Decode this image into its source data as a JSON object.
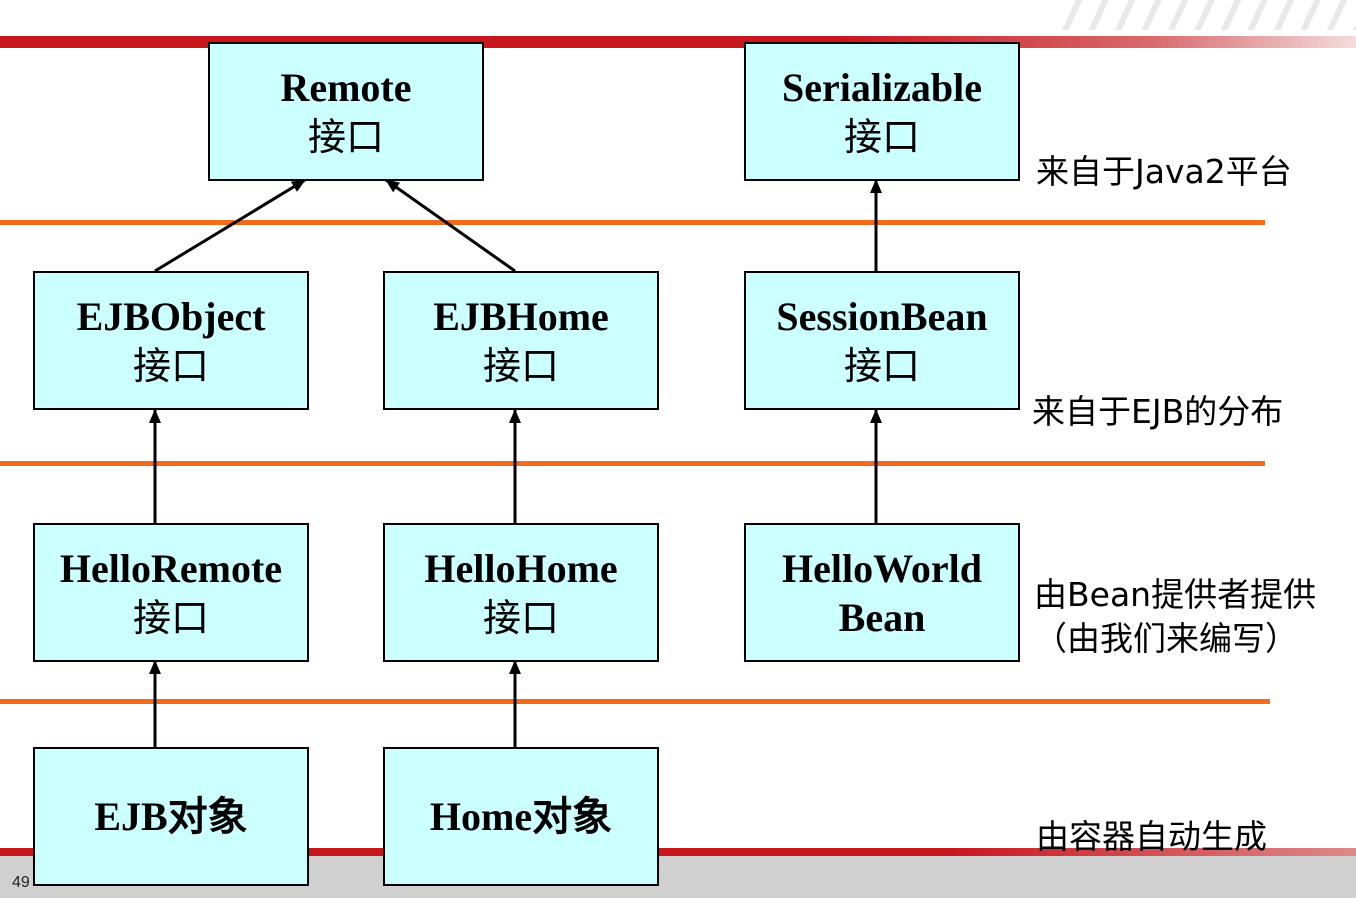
{
  "slide": {
    "page_number": "49"
  },
  "boxes": {
    "remote": {
      "line1": "Remote",
      "line2": "接口"
    },
    "serializable": {
      "line1": "Serializable",
      "line2": "接口"
    },
    "ejbobject": {
      "line1": "EJBObject",
      "line2": "接口"
    },
    "ejbhome": {
      "line1": "EJBHome",
      "line2": "接口"
    },
    "sessionbean": {
      "line1": "SessionBean",
      "line2": "接口"
    },
    "helloremote": {
      "line1": "HelloRemote",
      "line2": "接口"
    },
    "hellohome": {
      "line1": "HelloHome",
      "line2": "接口"
    },
    "helloworldbean": {
      "line1": "HelloWorld",
      "line2": "Bean"
    },
    "ejb_object_impl": {
      "text": "EJB对象"
    },
    "home_object_impl": {
      "text": "Home对象"
    }
  },
  "layer_labels": {
    "java2": "来自于Java2平台",
    "ejb": "来自于EJB的分布",
    "bean_provider_1": "由Bean提供者提供",
    "bean_provider_2": "（由我们来编写）",
    "container": "由容器自动生成"
  },
  "colors": {
    "box_fill": "#ccffff",
    "separator": "#f26b1d",
    "brand_red": "#c8161d"
  }
}
